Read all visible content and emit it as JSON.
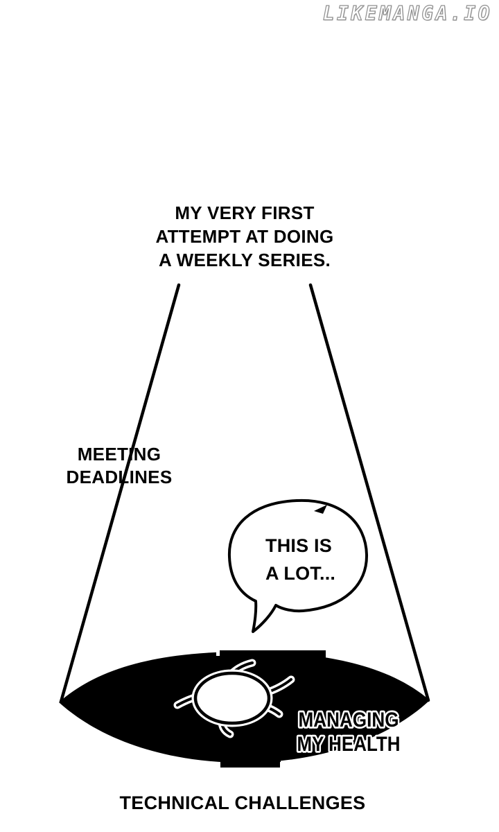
{
  "watermark": {
    "text": "LIKEMANGA.IO",
    "fill_color": "#ffffff",
    "outline_color": "#8f8f8f"
  },
  "title": {
    "line1": "MY VERY FIRST",
    "line2": "ATTEMPT AT DOING",
    "line3": "A WEEKLY SERIES."
  },
  "beam_labels": {
    "meeting_deadlines": {
      "line1": "MEETING",
      "line2": "DEADLINES"
    },
    "managing_health": {
      "line1": "MANAGING",
      "line2": "MY HEALTH"
    },
    "technical_challenges": "TECHNICAL CHALLENGES"
  },
  "speech_bubble": {
    "line1": "THIS IS",
    "line2": "A LOT..."
  },
  "art": {
    "description": "spotlight cone shining onto a black pool with a small bug-like creature",
    "ink_color": "#000000",
    "paper_color": "#ffffff"
  }
}
